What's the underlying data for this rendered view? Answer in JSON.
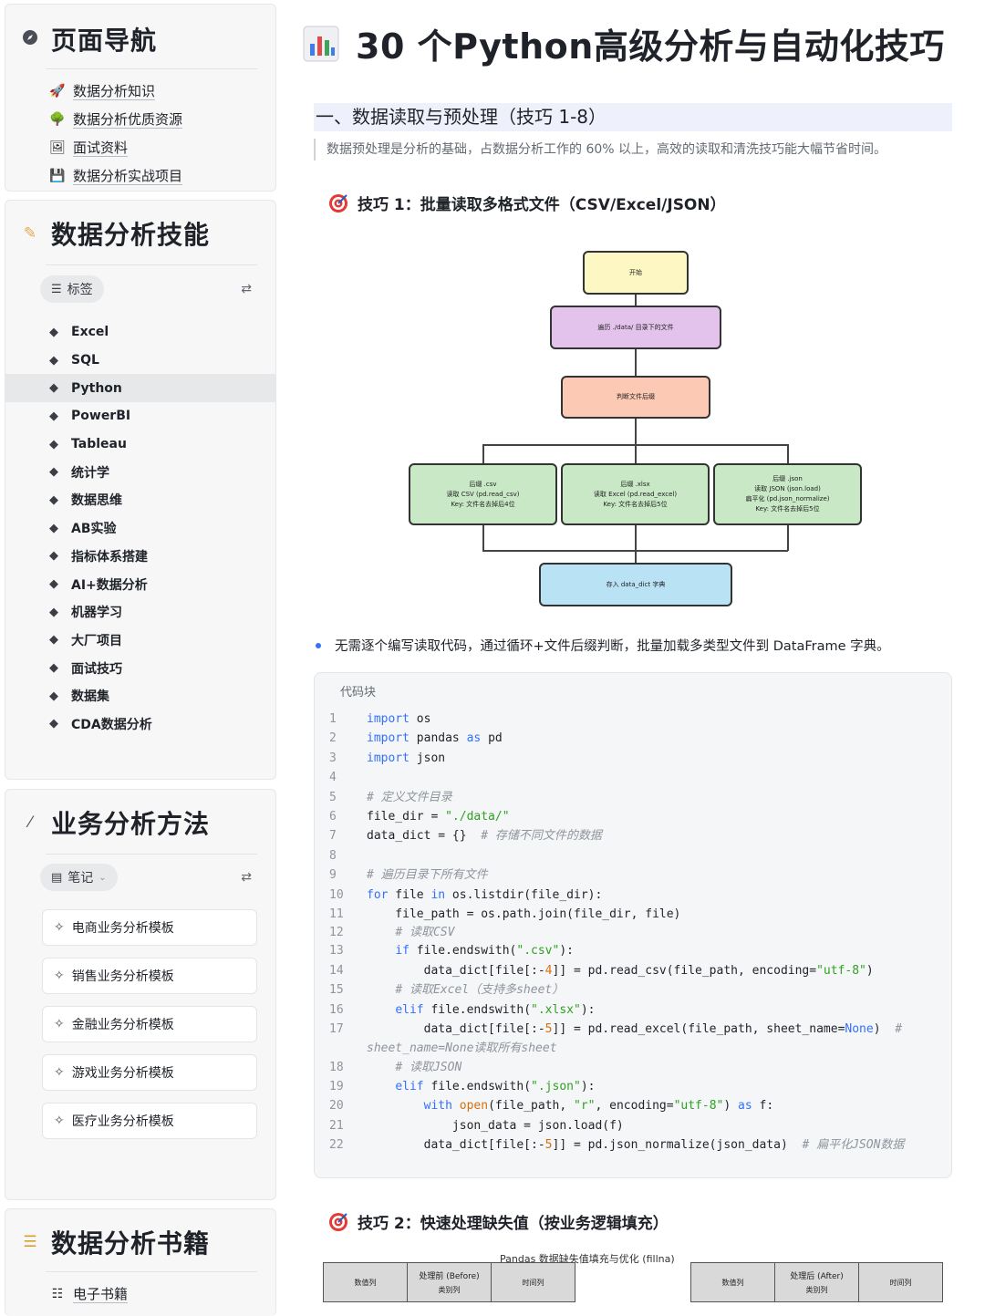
{
  "nav": {
    "title": "页面导航",
    "items": [
      {
        "icon": "rocket-icon",
        "glyph": "🚀",
        "label": "数据分析知识"
      },
      {
        "icon": "tree-icon",
        "glyph": "🌳",
        "label": "数据分析优质资源"
      },
      {
        "icon": "interview-icon",
        "glyph": "🖼",
        "label": "面试资料"
      },
      {
        "icon": "save-icon",
        "glyph": "💾",
        "label": "数据分析实战项目"
      }
    ]
  },
  "skills": {
    "title": "数据分析技能",
    "filter": "标签",
    "items": [
      "Excel",
      "SQL",
      "Python",
      "PowerBI",
      "Tableau",
      "统计学",
      "数据思维",
      "AB实验",
      "指标体系搭建",
      "AI+数据分析",
      "机器学习",
      "大厂项目",
      "面试技巧",
      "数据集",
      "CDA数据分析"
    ],
    "active": "Python"
  },
  "methods": {
    "title": "业务分析方法",
    "filter": "笔记",
    "templates": [
      "电商业务分析模板",
      "销售业务分析模板",
      "金融业务分析模板",
      "游戏业务分析模板",
      "医疗业务分析模板"
    ]
  },
  "books": {
    "title": "数据分析书籍",
    "item": "电子书籍"
  },
  "main": {
    "title": "30 个Python高级分析与自动化技巧",
    "section": "一、数据读取与预处理（技巧 1-8）",
    "quote": "数据预处理是分析的基础，占数据分析工作的 60% 以上，高效的读取和清洗技巧能大幅节省时间。",
    "tip1": "技巧 1：批量读取多格式文件（CSV/Excel/JSON）",
    "bullet": "无需逐个编写读取代码，通过循环+文件后缀判断，批量加载多类型文件到 DataFrame 字典。",
    "code_caption": "代码块",
    "tip2": "技巧 2：快速处理缺失值（按业务逻辑填充）"
  },
  "flow": {
    "start": "开始",
    "loop": "遍历 ./data/ 目录下的文件",
    "check": "判断文件后缀",
    "csv": [
      "后缀 .csv",
      "读取 CSV (pd.read_csv)",
      "Key: 文件名去掉后4位"
    ],
    "xlsx": [
      "后缀 .xlsx",
      "读取 Excel (pd.read_excel)",
      "Key: 文件名去掉后5位"
    ],
    "json": [
      "后缀 .json",
      "读取 JSON (json.load)",
      "扁平化 (pd.json_normalize)",
      "Key: 文件名去掉后5位"
    ],
    "store": "存入 data_dict 字典"
  },
  "table": {
    "title": "Pandas 数据缺失值填充与优化 (fillna)",
    "before": "处理前 (Before)",
    "after": "处理后 (After)",
    "cols": [
      "数值列",
      "类别列",
      "时间列"
    ]
  }
}
